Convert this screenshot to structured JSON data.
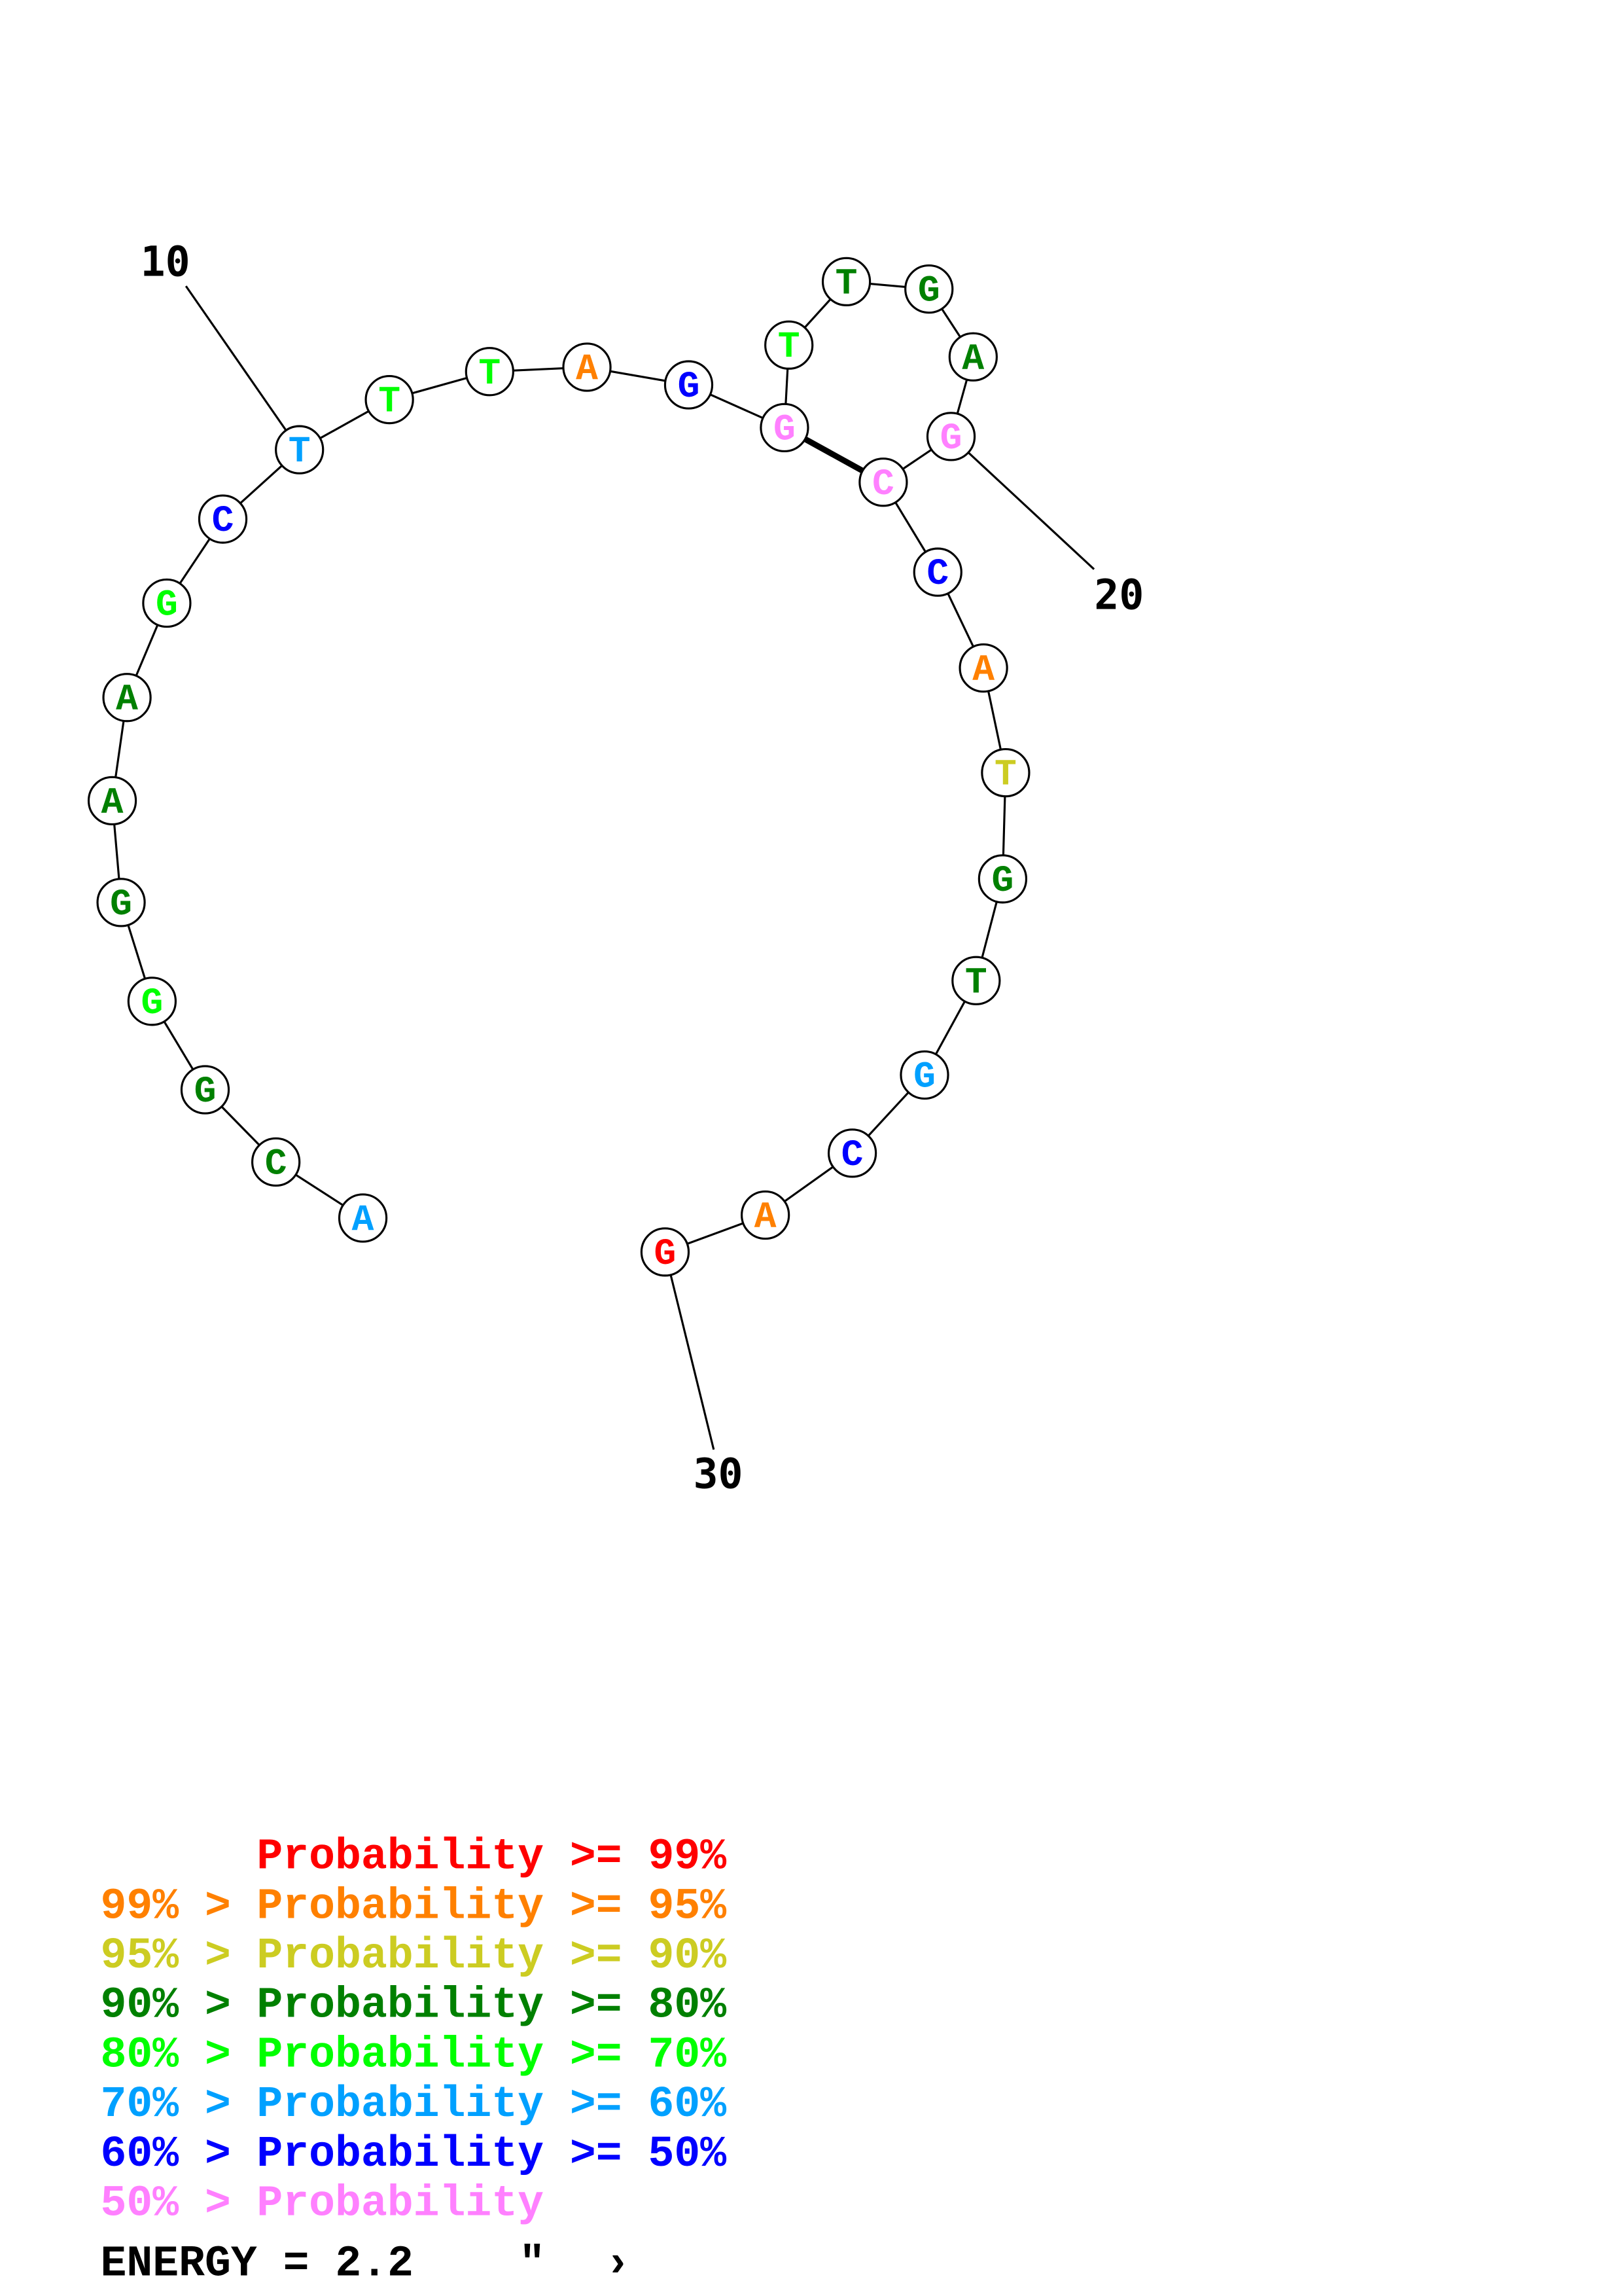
{
  "sequence": [
    "A",
    "C",
    "G",
    "G",
    "G",
    "A",
    "A",
    "G",
    "C",
    "T",
    "T",
    "T",
    "A",
    "G",
    "G",
    "T",
    "T",
    "G",
    "A",
    "G",
    "C",
    "C",
    "A",
    "T",
    "G",
    "T",
    "G",
    "C",
    "A",
    "G"
  ],
  "probability_levels": [
    5,
    3,
    3,
    4,
    3,
    3,
    3,
    4,
    6,
    5,
    4,
    4,
    1,
    6,
    7,
    4,
    3,
    3,
    3,
    7,
    7,
    6,
    1,
    2,
    3,
    3,
    5,
    6,
    1,
    0
  ],
  "pairs": [
    [
      15,
      21
    ]
  ],
  "position_labels": [
    {
      "index": 10,
      "text": "10"
    },
    {
      "index": 20,
      "text": "20"
    },
    {
      "index": 30,
      "text": "30"
    }
  ],
  "colors": [
    "#ff0000",
    "#ff8000",
    "#cccc22",
    "#008000",
    "#00ff00",
    "#00a0ff",
    "#0000ff",
    "#ff80ff"
  ],
  "legend": [
    {
      "prefix": "",
      "label": "Probability >= 99%"
    },
    {
      "prefix": "99% > ",
      "label": "Probability >= 95%"
    },
    {
      "prefix": "95% > ",
      "label": "Probability >= 90%"
    },
    {
      "prefix": "90% > ",
      "label": "Probability >= 80%"
    },
    {
      "prefix": "80% > ",
      "label": "Probability >= 70%"
    },
    {
      "prefix": "70% > ",
      "label": "Probability >= 60%"
    },
    {
      "prefix": "60% > ",
      "label": "Probability >= 50%"
    },
    {
      "prefix": "50% > ",
      "label": "Probability"
    }
  ],
  "energy": {
    "label": "ENERGY = 2.2",
    "mark1": "\"",
    "mark2": "›"
  }
}
